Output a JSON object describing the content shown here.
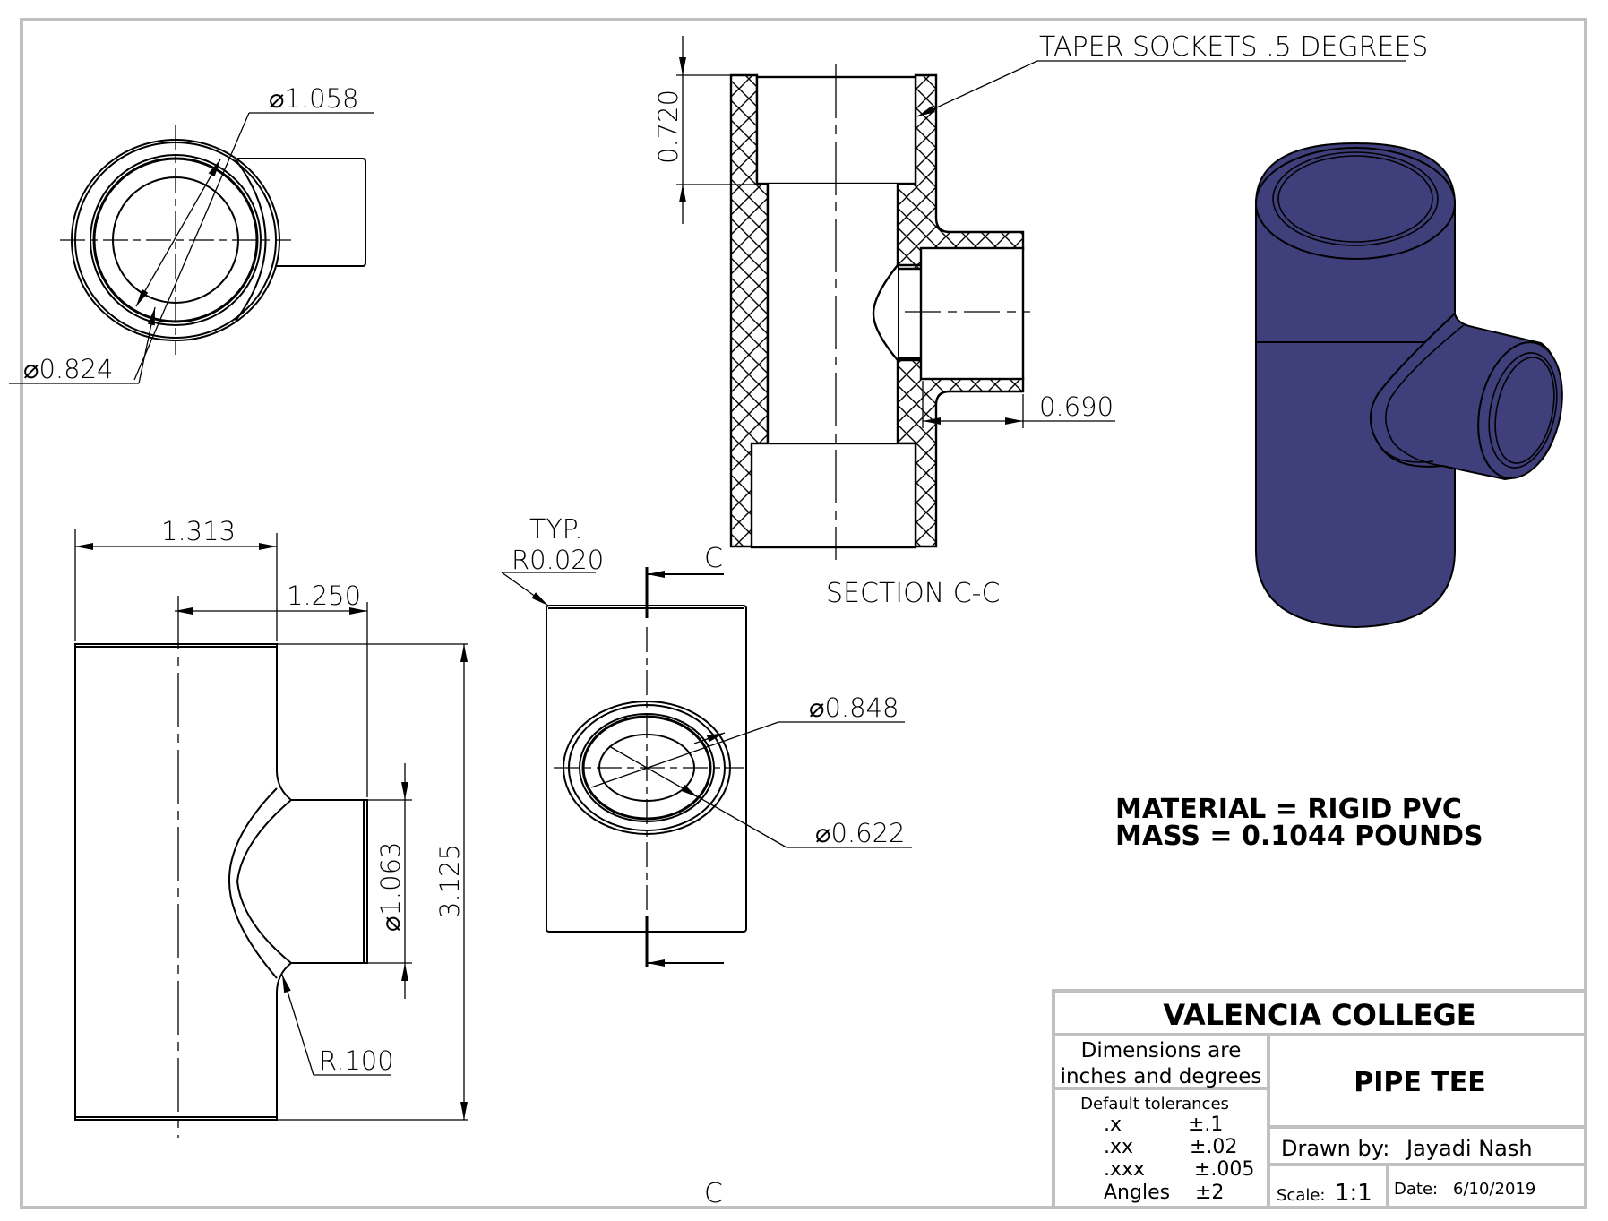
{
  "drawing": {
    "title": "PIPE TEE",
    "institution": "VALENCIA COLLEGE",
    "units_note_line1": "Dimensions are",
    "units_note_line2": "inches and degrees",
    "tolerances_title": "Default tolerances",
    "tolerances": [
      {
        "precision": ".x",
        "value": "±.1"
      },
      {
        "precision": ".xx",
        "value": "±.02"
      },
      {
        "precision": ".xxx",
        "value": "±.005"
      },
      {
        "precision": "Angles",
        "value": "±2"
      }
    ],
    "drawn_by_label": "Drawn by:",
    "drawn_by": "Jayadi Nash",
    "scale_label": "Scale:",
    "scale": "1:1",
    "date_label": "Date:",
    "date": "6/10/2019"
  },
  "notes": {
    "material": "MATERIAL = RIGID PVC",
    "mass": "MASS = 0.1044 POUNDS",
    "taper": "TAPER SOCKETS .5 DEGREES",
    "section_label": "SECTION C-C",
    "section_marker": "C",
    "typ": "TYP."
  },
  "dimensions": {
    "top_view_outer": "⌀1.058",
    "top_view_inner": "⌀0.824",
    "socket_depth": "0.720",
    "branch_depth": "0.690",
    "overall_width": "1.313",
    "branch_length": "1.250",
    "branch_diameter": "⌀1.063",
    "overall_height": "3.125",
    "fillet_radius": "R.100",
    "edge_radius": "R0.020",
    "side_outer": "⌀0.848",
    "side_inner": "⌀0.622"
  },
  "colors": {
    "model_fill": "#3f3f7c",
    "frame": "#c0c0c0",
    "line": "#000000"
  }
}
